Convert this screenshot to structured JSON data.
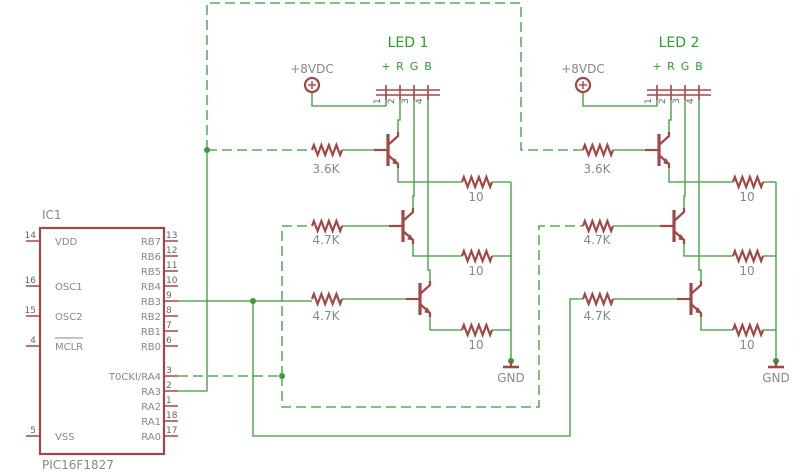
{
  "colors": {
    "wire": "#3a9a3a",
    "part": "#a04848",
    "text": "#888888",
    "accent": "#2aa02a"
  },
  "ic": {
    "name": "IC1",
    "part": "PIC16F1827",
    "left_pins": [
      {
        "label": "VDD",
        "num": "14"
      },
      {
        "label": "OSC1",
        "num": "16"
      },
      {
        "label": "OSC2",
        "num": "15"
      },
      {
        "label": "MCLR",
        "num": "4"
      },
      {
        "label": "VSS",
        "num": "5"
      }
    ],
    "right_pins": [
      {
        "label": "RB7",
        "num": "13"
      },
      {
        "label": "RB6",
        "num": "12"
      },
      {
        "label": "RB5",
        "num": "11"
      },
      {
        "label": "RB4",
        "num": "10"
      },
      {
        "label": "RB3",
        "num": "9"
      },
      {
        "label": "RB2",
        "num": "8"
      },
      {
        "label": "RB1",
        "num": "7"
      },
      {
        "label": "RB0",
        "num": "6"
      },
      {
        "label": "T0CKI/RA4",
        "num": "3"
      },
      {
        "label": "RA3",
        "num": "2"
      },
      {
        "label": "RA2",
        "num": "1"
      },
      {
        "label": "RA1",
        "num": "18"
      },
      {
        "label": "RA0",
        "num": "17"
      }
    ]
  },
  "leds": [
    {
      "name": "LED 1",
      "pins": [
        "+",
        "R",
        "G",
        "B"
      ],
      "pin_nums": [
        "1",
        "2",
        "3",
        "4"
      ]
    },
    {
      "name": "LED 2",
      "pins": [
        "+",
        "R",
        "G",
        "B"
      ],
      "pin_nums": [
        "1",
        "2",
        "3",
        "4"
      ]
    }
  ],
  "supply": "+8VDC",
  "resistors": {
    "base1": "3.6K",
    "base2": "4.7K",
    "base3": "4.7K",
    "collector": "10"
  },
  "ground": "GND"
}
